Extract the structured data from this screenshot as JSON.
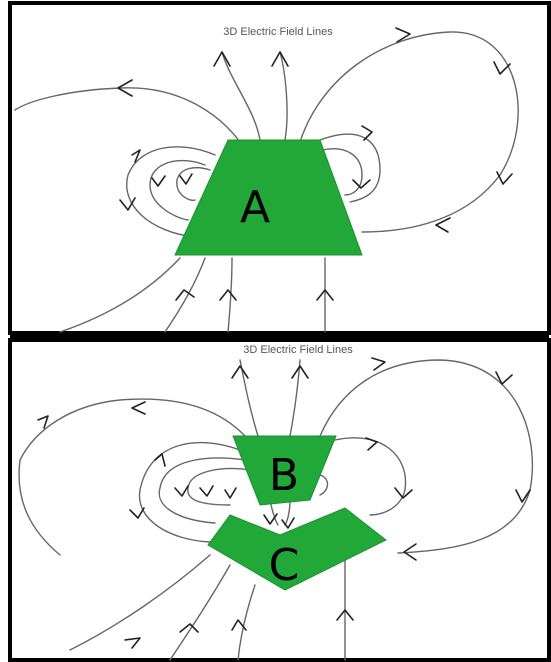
{
  "panels": [
    {
      "title": "3D Electric Field Lines",
      "objects": [
        {
          "label": "A"
        }
      ]
    },
    {
      "title": "3D Electric Field Lines",
      "objects": [
        {
          "label": "B"
        },
        {
          "label": "C"
        }
      ]
    }
  ],
  "colors": {
    "conductor": "#21a838",
    "field_line": "#666666",
    "frame": "#000000"
  }
}
